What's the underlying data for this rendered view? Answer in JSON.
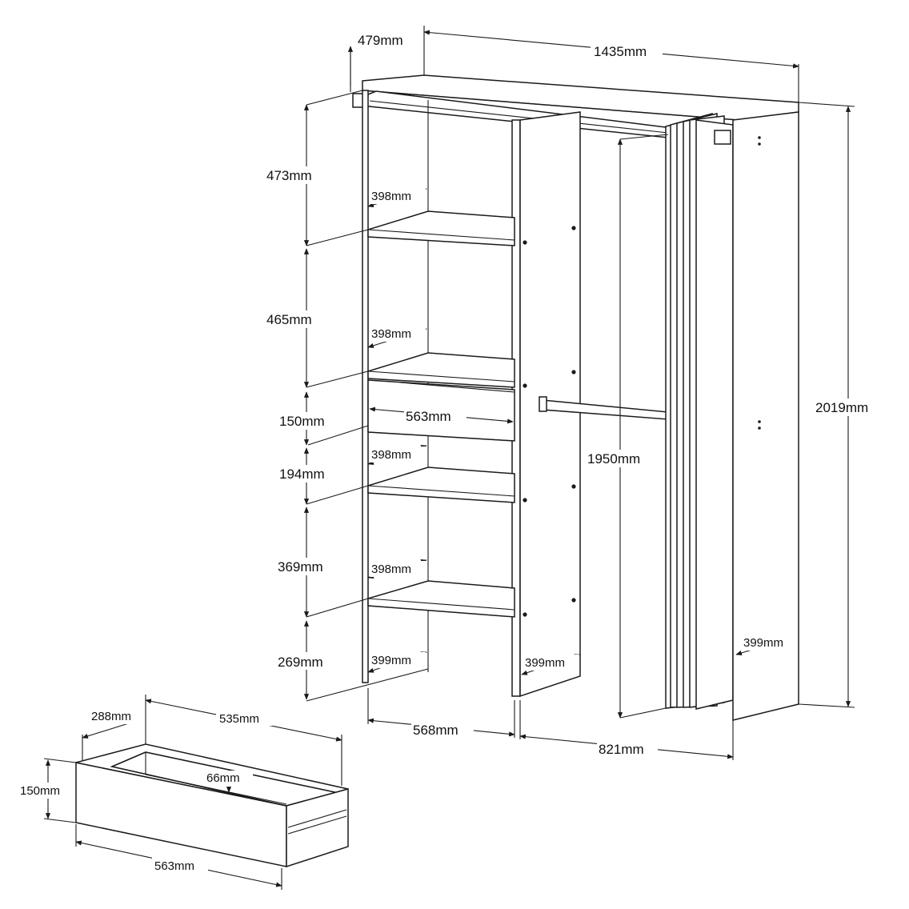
{
  "diagram": {
    "dimensions": {
      "top_depth": "479mm",
      "total_width": "1435mm",
      "total_height": "2019mm",
      "shelf_gap_1": "473mm",
      "shelf_gap_2": "465mm",
      "drawer_opening": "150mm",
      "shelf_gap_3": "194mm",
      "shelf_gap_4": "369mm",
      "shelf_gap_5": "269mm",
      "shelf_depth_1": "398mm",
      "shelf_depth_2": "398mm",
      "shelf_depth_3": "398mm",
      "shelf_depth_4": "398mm",
      "base_depth_left": "399mm",
      "base_depth_mid": "399mm",
      "base_depth_right": "399mm",
      "inner_width": "563mm",
      "left_section_width": "568mm",
      "right_section_width": "821mm",
      "hanging_height": "1950mm",
      "drawer_depth": "288mm",
      "drawer_length": "535mm",
      "drawer_height": "150mm",
      "drawer_inner_height": "66mm",
      "drawer_width": "563mm"
    }
  }
}
